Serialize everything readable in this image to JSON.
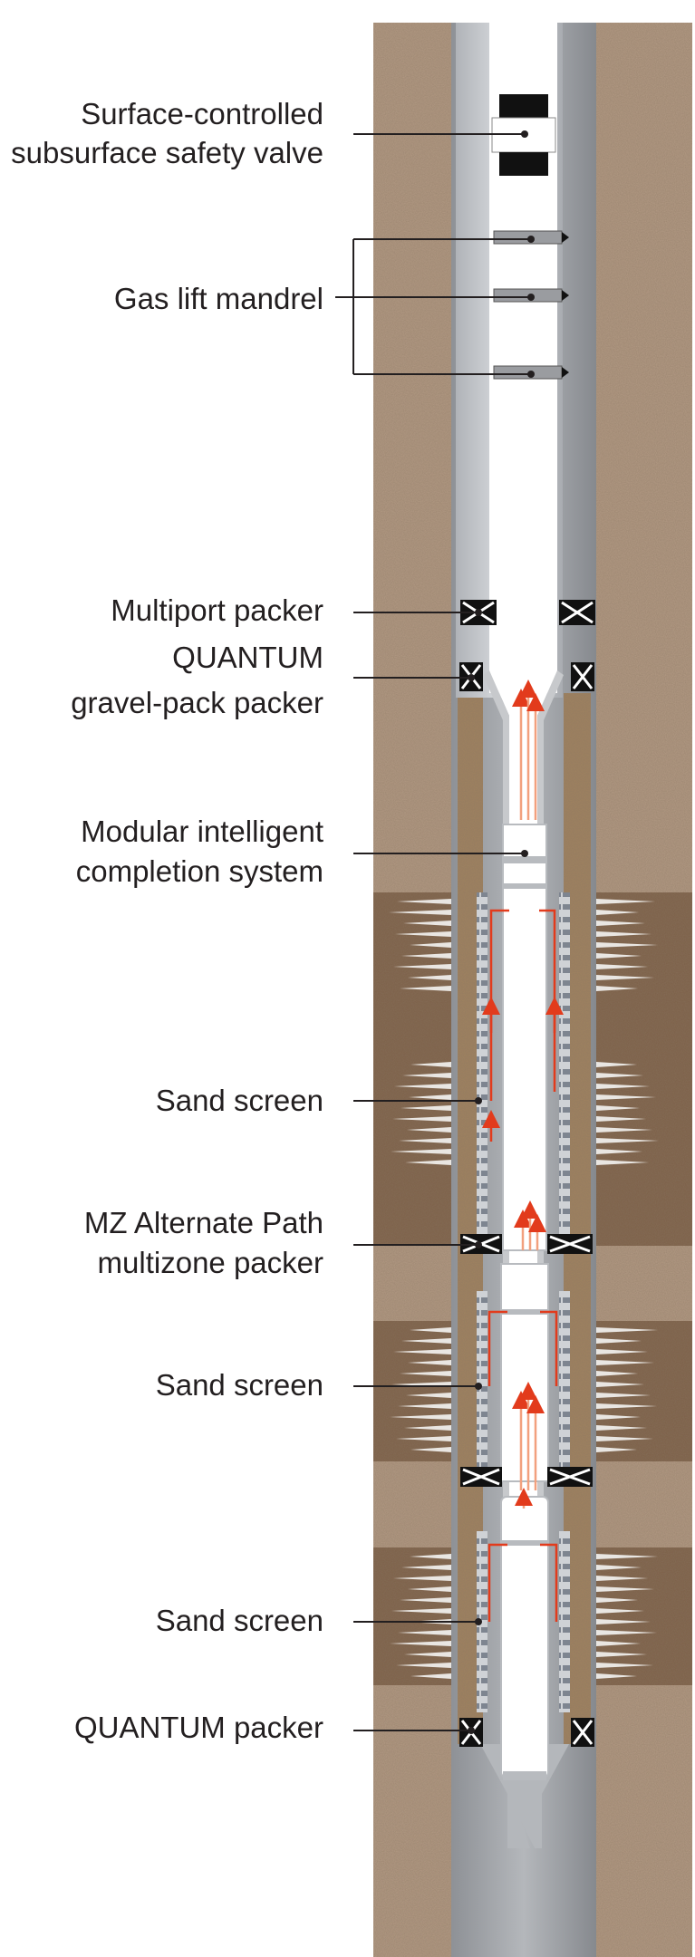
{
  "labels": {
    "sssv_line1": "Surface-controlled",
    "sssv_line2": "subsurface safety valve",
    "gas_lift": "Gas lift mandrel",
    "multiport": "Multiport packer",
    "quantum_gp_line1": "QUANTUM",
    "quantum_gp_line2": "gravel-pack packer",
    "mics_line1": "Modular intelligent",
    "mics_line2": "completion system",
    "sand_screen_1": "Sand screen",
    "mz_line1": "MZ Alternate Path",
    "mz_line2": "multizone packer",
    "sand_screen_2": "Sand screen",
    "sand_screen_3": "Sand screen",
    "quantum_packer": "QUANTUM packer"
  },
  "colors": {
    "formation": "#b39a84",
    "shale_zone": "#7d6048",
    "casing": "#9a9ca0",
    "tubing": "#c7c9cc",
    "bore": "#ffffff",
    "gravel_pack": "#a0825f",
    "packer": "#111111",
    "flow_arrow": "#e23b1c",
    "leader_line": "#231f20"
  },
  "icons": {
    "packer": "packer-x-icon",
    "flow": "flow-arrow-icon",
    "valve": "safety-valve-icon",
    "mandrel": "gas-lift-mandrel-icon"
  }
}
